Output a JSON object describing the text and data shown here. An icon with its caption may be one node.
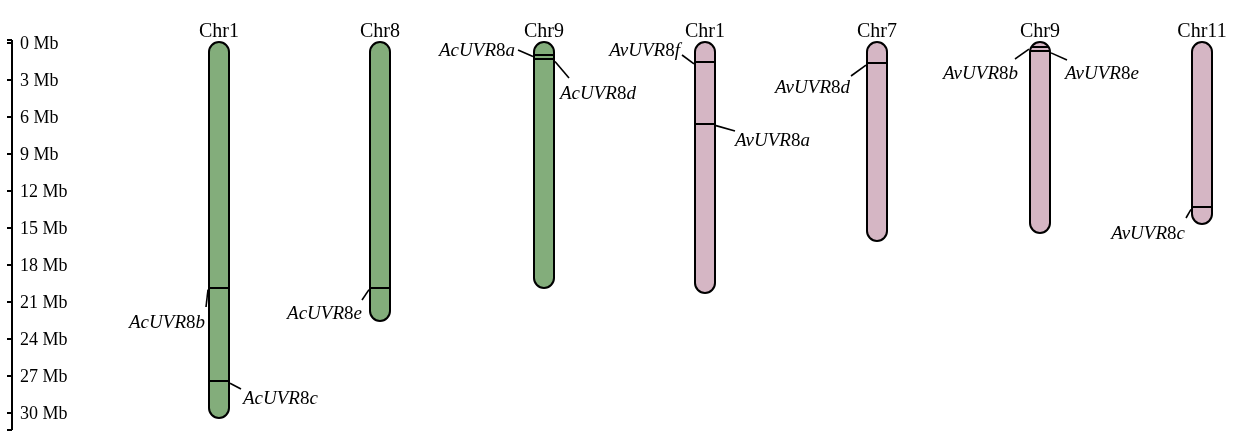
{
  "diagram": {
    "nodes": [
      {
        "text": [
          "Chr1"
        ]
      },
      {
        "text": [],
        "shape": "bar",
        "in": 0
      },
      {
        "text": [],
        "shape": "bar",
        "in": 0
      },
      {
        "text": [
          "AcUVR8b"
        ]
      },
      {
        "text": [
          "AcUVR8c"
        ]
      },
      {
        "text": [
          "Chr8"
        ]
      },
      {
        "text": [],
        "shape": "bar",
        "in": 5
      },
      {
        "text": [
          "AcUVR8e"
        ]
      },
      {
        "text": [
          "Chr9"
        ]
      },
      {
        "text": [],
        "shape": "bar",
        "in": 8
      },
      {
        "text": [],
        "shape": "bar",
        "in": 8
      },
      {
        "text": [
          "AcUVR8a"
        ]
      },
      {
        "text": [
          "AcUVR8d"
        ]
      },
      {
        "text": [
          "Chr1"
        ]
      },
      {
        "text": [],
        "shape": "bar",
        "in": 13
      },
      {
        "text": [],
        "shape": "bar",
        "in": 13
      },
      {
        "text": [
          "AvUVR8f"
        ]
      },
      {
        "text": [
          "AvUVR8a"
        ]
      },
      {
        "text": [
          "Chr7"
        ]
      },
      {
        "text": [],
        "shape": "bar",
        "in": 18
      },
      {
        "text": [
          "AvUVR8d"
        ]
      },
      {
        "text": [
          "Chr9"
        ]
      },
      {
        "text": [],
        "shape": "bar",
        "in": 21
      },
      {
        "text": [],
        "shape": "bar",
        "in": 21
      },
      {
        "text": [
          "AvUVR8b"
        ]
      },
      {
        "text": [
          "AvUVR8e"
        ]
      },
      {
        "text": [
          "Chr11"
        ]
      },
      {
        "text": [],
        "shape": "bar",
        "in": 26
      },
      {
        "text": [
          "AvUVR8c"
        ]
      }
    ],
    "edges": [
      {
        "from": 3,
        "to": 1,
        "arrow": "none"
      },
      {
        "from": 4,
        "to": 2,
        "arrow": "none"
      },
      {
        "from": 7,
        "to": 6,
        "arrow": "none"
      },
      {
        "from": 11,
        "to": 9,
        "arrow": "none"
      },
      {
        "from": 12,
        "to": 10,
        "arrow": "none"
      },
      {
        "from": 16,
        "to": 14,
        "arrow": "none"
      },
      {
        "from": 17,
        "to": 15,
        "arrow": "none"
      },
      {
        "from": 20,
        "to": 19,
        "arrow": "none"
      },
      {
        "from": 24,
        "to": 22,
        "arrow": "none"
      },
      {
        "from": 25,
        "to": 23,
        "arrow": "none"
      },
      {
        "from": 28,
        "to": 27,
        "arrow": "none"
      }
    ],
    "labels": [
      "0 Mb",
      "3 Mb",
      "6 Mb",
      "9 Mb",
      "12 Mb",
      "15 Mb",
      "18 Mb",
      "21 Mb",
      "24 Mb",
      "27 Mb",
      "30 Mb"
    ]
  }
}
